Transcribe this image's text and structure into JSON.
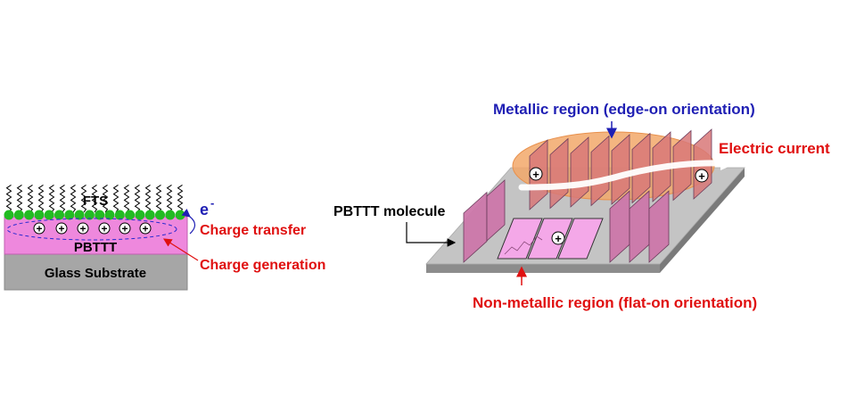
{
  "left_panel": {
    "fts_label": "FTS",
    "electron_label": "e",
    "electron_superscript": "-",
    "pbttt_label": "PBTTT",
    "substrate_label": "Glass Substrate",
    "charge_transfer_label": "Charge transfer",
    "charge_generation_label": "Charge generation",
    "hole_symbol": "+"
  },
  "right_panel": {
    "metallic_region_label": "Metallic region (edge-on orientation)",
    "electric_current_label": "Electric current",
    "pbttt_molecule_label": "PBTTT molecule",
    "non_metallic_region_label": "Non-metallic region (flat-on orientation)",
    "hole_symbol": "+"
  },
  "colors": {
    "blue_label": "#1f1fb4",
    "red_label": "#e01010",
    "fts_dots": "#22bb22",
    "pbttt_layer": "#ee88dd",
    "substrate": "#a6a6a6",
    "metallic_ellipse": "#f2a86a",
    "lamella": "#cc77aa",
    "flat_lamella": "#f4a8e8"
  }
}
